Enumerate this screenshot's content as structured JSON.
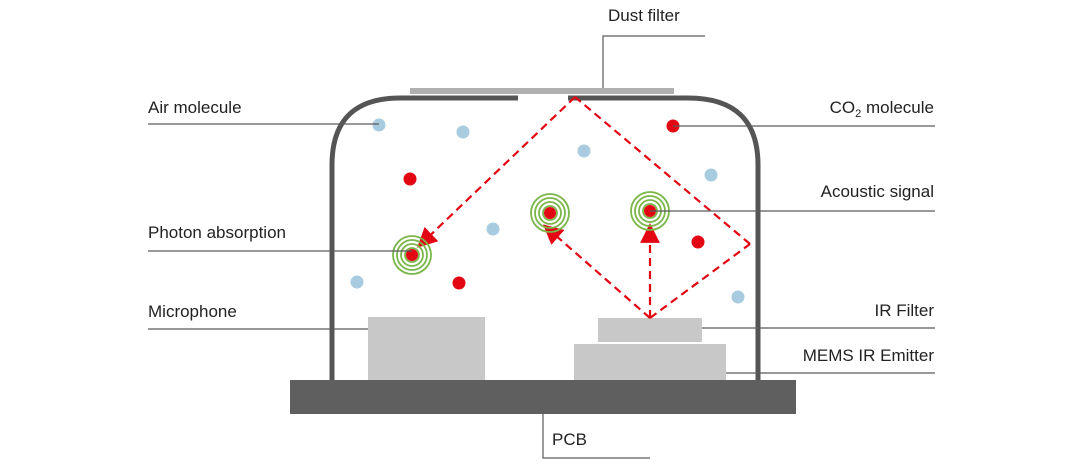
{
  "labels": {
    "dust_filter": "Dust filter",
    "air_molecule": "Air molecule",
    "co2_prefix": "CO",
    "co2_sub": "2",
    "co2_suffix": " molecule",
    "acoustic_signal": "Acoustic signal",
    "photon_absorption": "Photon absorption",
    "microphone": "Microphone",
    "ir_filter": "IR Filter",
    "mems_ir_emitter": "MEMS IR Emitter",
    "pcb": "PCB"
  },
  "colors": {
    "housing": "#555555",
    "pcb": "#5f5f5f",
    "component": "#c8c8c8",
    "dust_filter": "#b0b0b0",
    "co2_molecule": "#e30613",
    "air_molecule": "#a9cbe0",
    "ir_beam": "#e30613",
    "acoustic_wave": "#7ab648",
    "leader_line": "#5a5a5a"
  },
  "icons": {
    "co2_molecule": "red-dot",
    "air_molecule": "light-blue-dot",
    "acoustic_signal": "concentric-green-rings"
  }
}
